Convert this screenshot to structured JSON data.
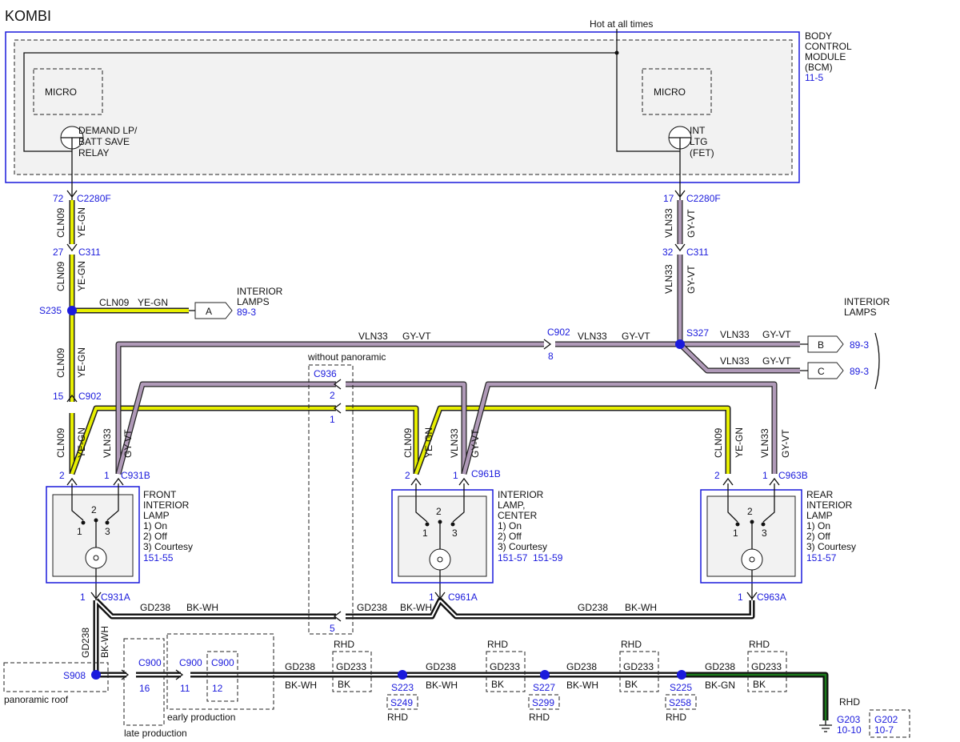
{
  "title": "KOMBI",
  "bcm": {
    "hot_label": "Hot at all times",
    "name_lines": [
      "BODY",
      "CONTROL",
      "MODULE",
      "(BCM)"
    ],
    "ref": "11-5",
    "micro_left": "MICRO",
    "micro_right": "MICRO",
    "left_device": [
      "DEMAND LP/",
      "BATT SAVE",
      "RELAY"
    ],
    "right_device": [
      "INT",
      "LTG",
      "(FET)"
    ]
  },
  "connectors": {
    "c2280f": "C2280F",
    "c311": "C311",
    "c902": "C902",
    "c936": "C936",
    "c931b": "C931B",
    "c961b": "C961B",
    "c963b": "C963B",
    "c931a": "C931A",
    "c961a": "C961A",
    "c963a": "C963A",
    "c900": "C900"
  },
  "pins": {
    "p72": "72",
    "p17": "17",
    "p27": "27",
    "p32": "32",
    "p15": "15",
    "p8": "8",
    "p2": "2",
    "p1": "1",
    "p5": "5",
    "p16": "16",
    "p11": "11",
    "p12": "12"
  },
  "circuits": {
    "cln09": "CLN09",
    "ye_gn": "YE-GN",
    "vln33": "VLN33",
    "gy_vt": "GY-VT",
    "gd238": "GD238",
    "bk_wh": "BK-WH",
    "gd233": "GD233",
    "bk": "BK",
    "bk_gn": "BK-GN"
  },
  "splices": {
    "s235": "S235",
    "s327": "S327",
    "s908": "S908",
    "s223": "S223",
    "s227": "S227",
    "s225": "S225",
    "s249": "S249",
    "s299": "S299",
    "s258": "S258"
  },
  "interior_lamps": {
    "label_lines": [
      "INTERIOR",
      "LAMPS"
    ],
    "a": "A",
    "b": "B",
    "c": "C",
    "ref": "89-3"
  },
  "lamps": {
    "front": {
      "lines": [
        "FRONT",
        "INTERIOR",
        "LAMP"
      ],
      "refs": [
        "151-55"
      ]
    },
    "center": {
      "lines": [
        "INTERIOR",
        "LAMP,",
        "CENTER"
      ],
      "refs": [
        "151-57",
        "151-59"
      ]
    },
    "rear": {
      "lines": [
        "REAR",
        "INTERIOR",
        "LAMP"
      ],
      "refs": [
        "151-57"
      ]
    },
    "modes": [
      "1) On",
      "2) Off",
      "3) Courtesy"
    ],
    "pos1": "1",
    "pos2": "2",
    "pos3": "3"
  },
  "notes": {
    "without_panoramic": "without panoramic",
    "panoramic_roof": "panoramic roof",
    "late_production": "late production",
    "early_production": "early production",
    "rhd": "RHD"
  },
  "grounds": {
    "g203": "G203",
    "g203_ref": "10-10",
    "g202": "G202",
    "g202_ref": "10-7"
  }
}
